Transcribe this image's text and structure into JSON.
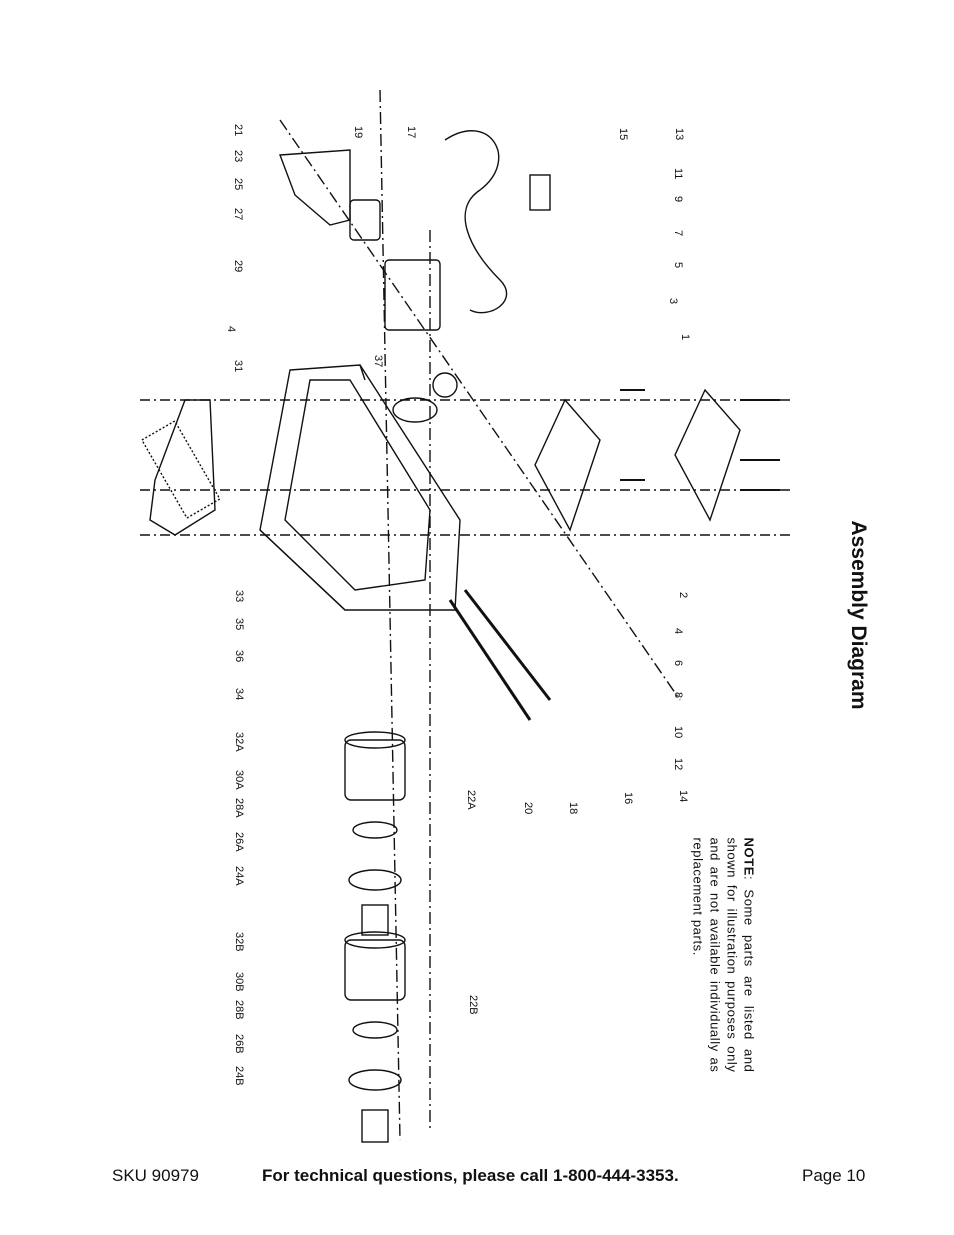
{
  "title": "Assembly Diagram",
  "note": {
    "label": "NOTE",
    "text": ": Some parts are listed and shown for illustration purposes only and are not available individually as replacement parts."
  },
  "footer": {
    "sku": "SKU 90979",
    "tech": "For technical questions, please call 1-800-444-3353.",
    "page": "Page 10"
  },
  "callouts": {
    "top_left": [
      "21",
      "23",
      "25",
      "27",
      "29",
      "4",
      "31"
    ],
    "top_mid": [
      "19",
      "17",
      "37"
    ],
    "top_right": [
      "15",
      "13",
      "11",
      "9",
      "7",
      "5",
      "3",
      "1"
    ],
    "right_side": [
      "2",
      "4",
      "6",
      "8",
      "10",
      "12",
      "14",
      "16",
      "18",
      "20",
      "22A",
      "22B"
    ],
    "left_mid": [
      "33",
      "35",
      "36",
      "34"
    ],
    "left_bottom_a": [
      "32A",
      "30A",
      "28A",
      "26A",
      "24A"
    ],
    "left_bottom_b": [
      "32B",
      "30B",
      "28B",
      "26B",
      "24B"
    ]
  }
}
